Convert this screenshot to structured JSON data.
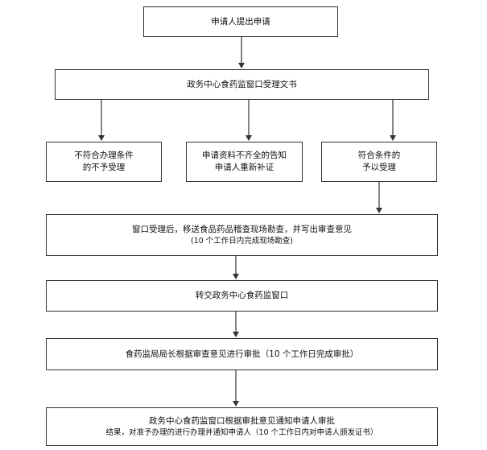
{
  "diagram": {
    "nodes": {
      "apply": {
        "lines": [
          "申请人提出申请"
        ]
      },
      "accept": {
        "lines": [
          "政务中心食药监窗口受理文书"
        ]
      },
      "reject": {
        "lines": [
          "不符合办理条件",
          "的不予受理"
        ]
      },
      "supplement": {
        "lines": [
          "申请资料不齐全的告知",
          "申请人重新补证"
        ]
      },
      "qualified": {
        "lines": [
          "符合条件的",
          "予以受理"
        ]
      },
      "inspect": {
        "lines": [
          "窗口受理后，移送食品药品稽查现场勘查，并写出审查意见",
          "(10 个工作日内完成现场勘查)"
        ]
      },
      "transfer": {
        "lines": [
          "转交政务中心食药监窗口"
        ]
      },
      "approve": {
        "lines": [
          "食药监局局长根据审查意见进行审批（10 个工作日完成审批）"
        ]
      },
      "notify": {
        "lines": [
          "政务中心食药监窗口根据审批意见通知申请人审批",
          "结果，对准予办理的进行办理并通知申请人（10 个工作日内对申请人颁发证书）"
        ]
      }
    },
    "colors": {
      "line": "#333333",
      "text": "#111111",
      "background": "#ffffff"
    }
  }
}
